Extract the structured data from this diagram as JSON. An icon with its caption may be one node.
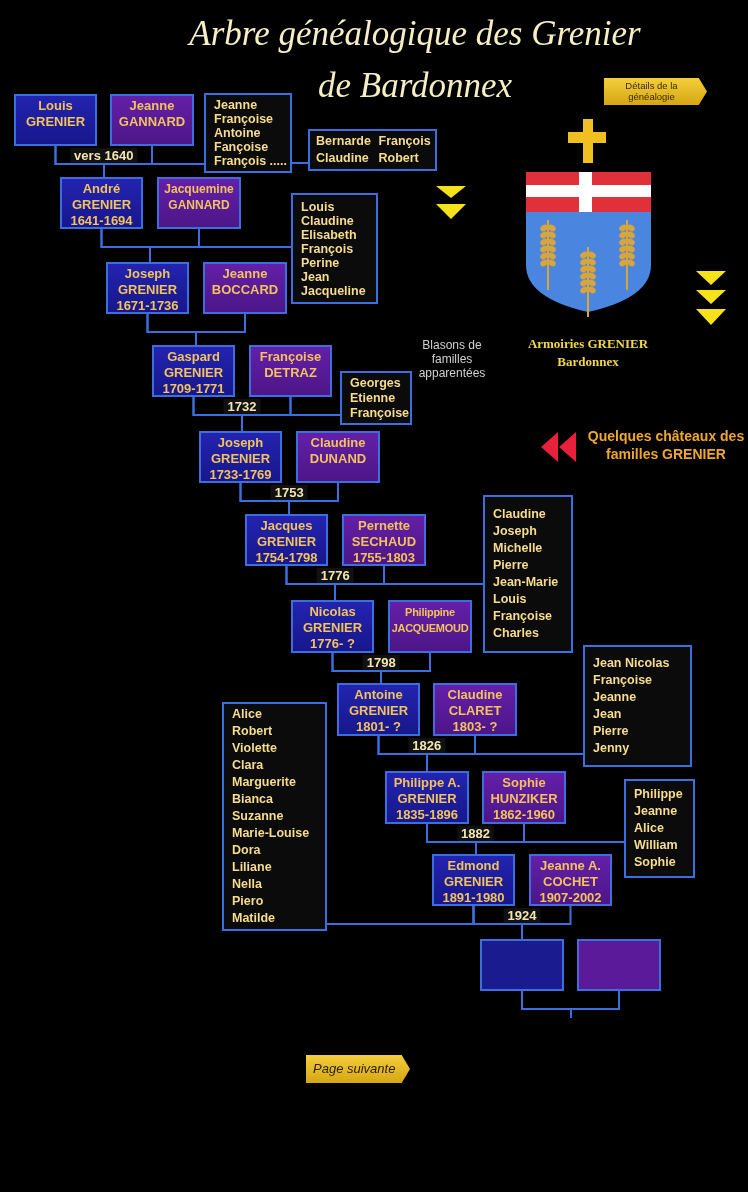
{
  "diagram": {
    "title": "Arbre généalogique des Grenier de Bardonnex",
    "nodes": [
      {
        "text": [
          "Louis",
          "GRENIER"
        ]
      },
      {
        "text": [
          "Jeanne",
          "GANNARD"
        ]
      },
      {
        "text": [
          "Jeanne",
          "Françoise",
          "Antoine",
          "Fançoise",
          "François ....."
        ]
      },
      {
        "text": [
          "Bernarde",
          "François",
          "Claudine",
          "Robert"
        ]
      },
      {
        "text": [
          "André",
          "GRENIER",
          "1641-1694"
        ]
      },
      {
        "text": [
          "Jacquemine",
          "GANNARD"
        ]
      },
      {
        "text": [
          "Louis",
          "Claudine",
          "Elisabeth",
          "François",
          "Perine",
          "Jean",
          "Jacqueline"
        ]
      },
      {
        "text": [
          "Joseph",
          "GRENIER",
          "1671-1736"
        ]
      },
      {
        "text": [
          "Jeanne",
          "BOCCARD"
        ]
      },
      {
        "text": [
          "Gaspard",
          "GRENIER",
          "1709-1771"
        ]
      },
      {
        "text": [
          "Françoise",
          "DETRAZ"
        ]
      },
      {
        "text": [
          "Georges",
          "Etienne",
          "Françoise"
        ]
      },
      {
        "text": [
          "Joseph",
          "GRENIER",
          "1733-1769"
        ]
      },
      {
        "text": [
          "Claudine",
          "DUNAND"
        ]
      },
      {
        "text": [
          "Jacques",
          "GRENIER",
          "1754-1798"
        ]
      },
      {
        "text": [
          "Pernette",
          "SECHAUD",
          "1755-1803"
        ]
      },
      {
        "text": [
          "Claudine",
          "Joseph",
          "Michelle",
          "Pierre",
          "Jean-Marie",
          "Louis",
          "Françoise",
          "Charles"
        ]
      },
      {
        "text": [
          "Nicolas",
          "GRENIER",
          "1776- ?"
        ]
      },
      {
        "text": [
          "Philippine",
          "JACQUEMOUD"
        ]
      },
      {
        "text": [
          "Antoine",
          "GRENIER",
          "1801- ?"
        ]
      },
      {
        "text": [
          "Claudine",
          "CLARET",
          "1803- ?"
        ]
      },
      {
        "text": [
          "Jean Nicolas",
          "Françoise",
          "Jeanne",
          "Jean",
          "Pierre",
          "Jenny"
        ]
      },
      {
        "text": [
          "Philippe A.",
          "GRENIER",
          "1835-1896"
        ]
      },
      {
        "text": [
          "Sophie",
          "HUNZIKER",
          "1862-1960"
        ]
      },
      {
        "text": [
          "Philippe",
          "Jeanne",
          "Alice",
          "William",
          "Sophie"
        ]
      },
      {
        "text": [
          "Edmond",
          "GRENIER",
          "1891-1980"
        ]
      },
      {
        "text": [
          "Jeanne A.",
          "COCHET",
          "1907-2002"
        ]
      },
      {
        "text": [
          "Alice",
          "Robert",
          "Violette",
          "Clara",
          "Marguerite",
          "Bianca",
          "Suzanne",
          "Marie-Louise",
          "Dora",
          "Liliane",
          "Nella",
          "Piero",
          "Matilde"
        ]
      },
      {
        "text": [],
        "shape": "box"
      },
      {
        "text": [],
        "shape": "box"
      }
    ],
    "edges": [
      {
        "from": 0,
        "to": 1,
        "arrow": "none",
        "label": "vers 1640"
      },
      {
        "from": 0,
        "to": 4,
        "arrow": "none"
      },
      {
        "from": 1,
        "to": 2,
        "arrow": "none"
      },
      {
        "from": 2,
        "to": 3,
        "arrow": "none"
      },
      {
        "from": 4,
        "to": 5,
        "arrow": "none"
      },
      {
        "from": 4,
        "to": 7,
        "arrow": "none"
      },
      {
        "from": 5,
        "to": 6,
        "arrow": "none"
      },
      {
        "from": 7,
        "to": 8,
        "arrow": "none"
      },
      {
        "from": 7,
        "to": 9,
        "arrow": "none"
      },
      {
        "from": 9,
        "to": 10,
        "arrow": "none",
        "label": "1732"
      },
      {
        "from": 9,
        "to": 12,
        "arrow": "none"
      },
      {
        "from": 10,
        "to": 11,
        "arrow": "none"
      },
      {
        "from": 12,
        "to": 13,
        "arrow": "none",
        "label": "1753"
      },
      {
        "from": 12,
        "to": 14,
        "arrow": "none"
      },
      {
        "from": 14,
        "to": 15,
        "arrow": "none",
        "label": "1776"
      },
      {
        "from": 14,
        "to": 17,
        "arrow": "none"
      },
      {
        "from": 15,
        "to": 16,
        "arrow": "none"
      },
      {
        "from": 17,
        "to": 18,
        "arrow": "none",
        "label": "1798"
      },
      {
        "from": 17,
        "to": 19,
        "arrow": "none"
      },
      {
        "from": 19,
        "to": 20,
        "arrow": "none",
        "label": "1826"
      },
      {
        "from": 19,
        "to": 22,
        "arrow": "none"
      },
      {
        "from": 20,
        "to": 21,
        "arrow": "none"
      },
      {
        "from": 22,
        "to": 23,
        "arrow": "none",
        "label": "1882"
      },
      {
        "from": 22,
        "to": 25,
        "arrow": "none"
      },
      {
        "from": 23,
        "to": 24,
        "arrow": "none"
      },
      {
        "from": 25,
        "to": 26,
        "arrow": "none",
        "label": "1924"
      },
      {
        "from": 25,
        "to": 28,
        "arrow": "none"
      },
      {
        "from": 25,
        "to": 27,
        "arrow": "none"
      },
      {
        "from": 28,
        "to": 29,
        "arrow": "none"
      },
      {
        "from": 28,
        "to": null,
        "arrow": "none"
      }
    ],
    "labels": [
      "Détails de la généalogie",
      "Blasons de familles apparentées",
      "Armoiries GRENIER Bardonnex",
      "Quelques châteaux des familles GRENIER",
      "Page suivante"
    ]
  }
}
